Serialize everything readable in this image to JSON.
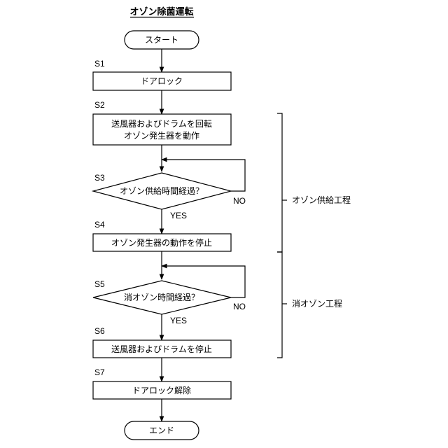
{
  "title": "オゾン除菌運転",
  "nodes": {
    "start": "スタート",
    "s1": "ドアロック",
    "s2_line1": "送風器およびドラムを回転",
    "s2_line2": "オゾン発生器を動作",
    "s3": "オゾン供給時間経過？",
    "s4": "オゾン発生器の動作を停止",
    "s5": "消オゾン時間経過？",
    "s6": "送風器およびドラムを停止",
    "s7": "ドアロック解除",
    "end": "エンド"
  },
  "step_labels": {
    "s1": "S1",
    "s2": "S2",
    "s3": "S3",
    "s4": "S4",
    "s5": "S5",
    "s6": "S6",
    "s7": "S7"
  },
  "branches": {
    "s3_yes": "YES",
    "s3_no": "NO",
    "s5_yes": "YES",
    "s5_no": "NO"
  },
  "processes": {
    "ozone_supply": "オゾン供給工程",
    "ozone_removal": "消オゾン工程"
  }
}
